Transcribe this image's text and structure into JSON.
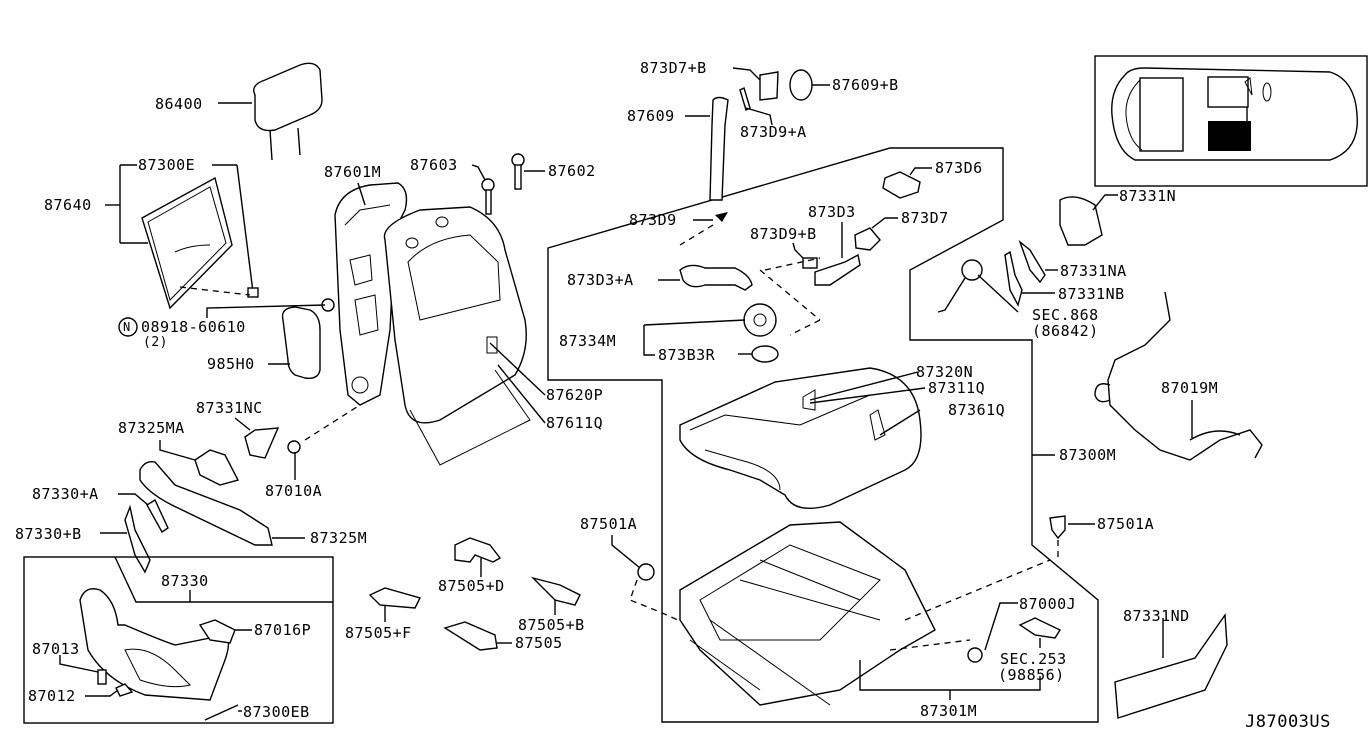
{
  "diagram": {
    "title": "Front seat parts diagram",
    "diagram_code": "J87003US",
    "labels": {
      "l86400": "86400",
      "l87300E": "87300E",
      "l87640": "87640",
      "l08918": "08918-60610",
      "l08918_qty": "(2)",
      "l08918_prefix": "N",
      "l985H0": "985H0",
      "l87601M": "87601M",
      "l87603": "87603",
      "l87602": "87602",
      "l87620P": "87620P",
      "l87611Q": "87611Q",
      "l87331NC": "87331NC",
      "l87325MA": "87325MA",
      "l87010A": "87010A",
      "l87330A": "87330+A",
      "l87330B": "87330+B",
      "l87325M": "87325M",
      "l87330": "87330",
      "l87016P": "87016P",
      "l87013": "87013",
      "l87012": "87012",
      "l87300EB": "87300EB",
      "l873D7B": "873D7+B",
      "l87609B": "87609+B",
      "l87609": "87609",
      "l873D9A": "873D9+A",
      "l873D6": "873D6",
      "l873D9": "873D9",
      "l873D3": "873D3",
      "l873D7": "873D7",
      "l873D9B": "873D9+B",
      "l873D3A": "873D3+A",
      "l87334M": "87334M",
      "l873B3R": "873B3R",
      "l87320N": "87320N",
      "l87311Q": "87311Q",
      "l87361Q": "87361Q",
      "l87331N": "87331N",
      "l87331NA": "87331NA",
      "l87331NB": "87331NB",
      "lSEC868": "SEC.868",
      "lSEC868b": "(86842)",
      "l87019M": "87019M",
      "l87300M": "87300M",
      "l87501A_left": "87501A",
      "l87501A_right": "87501A",
      "l87000J": "87000J",
      "lSEC253": "SEC.253",
      "lSEC253b": "(98856)",
      "l87301M": "87301M",
      "l87331ND": "87331ND",
      "l87505D": "87505+D",
      "l87505F": "87505+F",
      "l87505B": "87505+B",
      "l87505": "87505"
    }
  }
}
